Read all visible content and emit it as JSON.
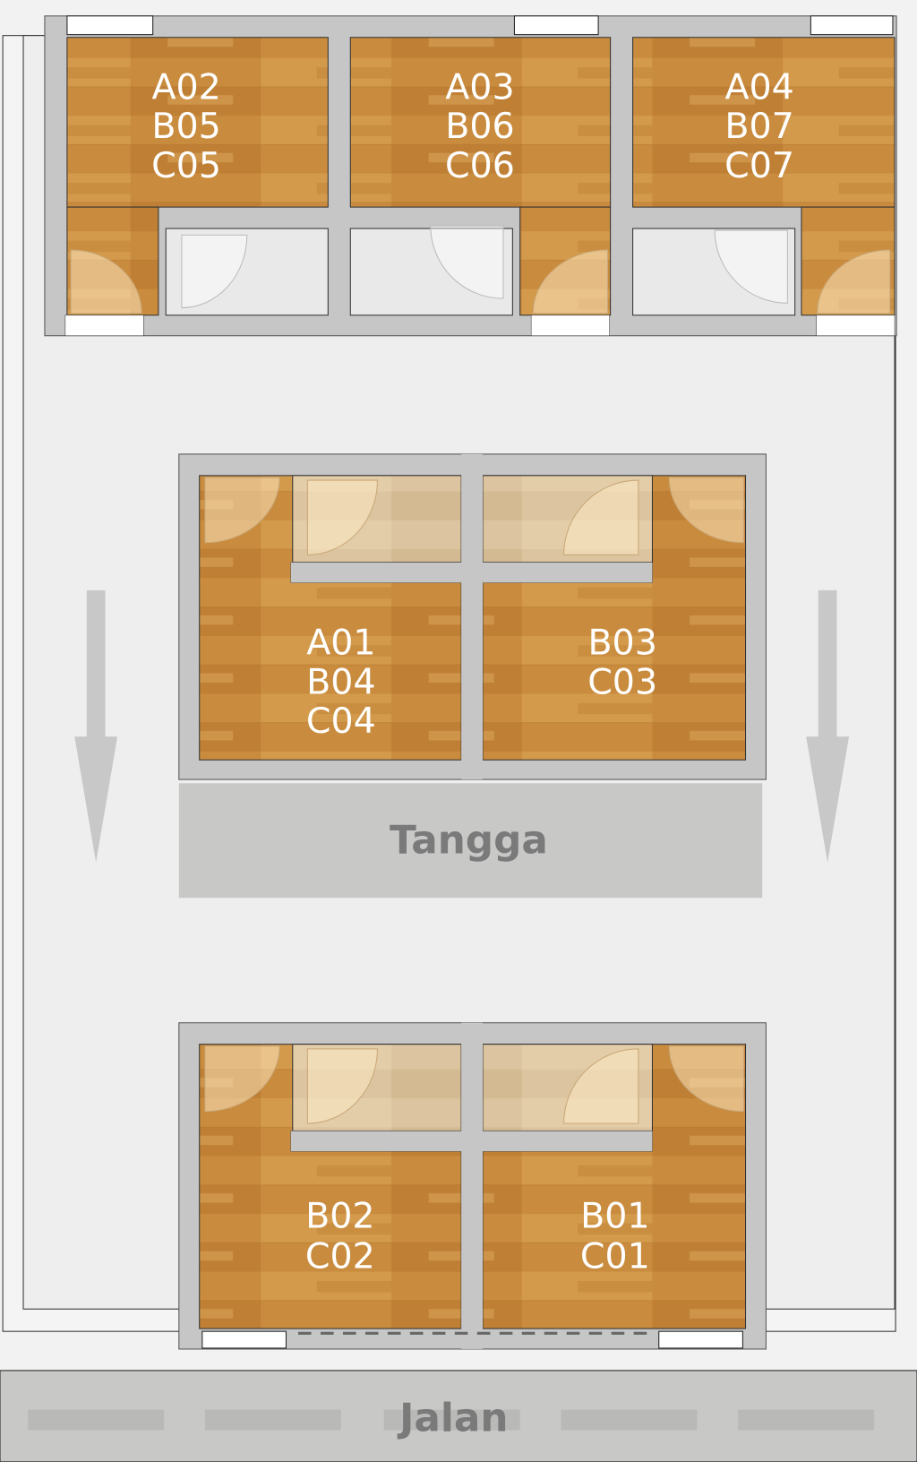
{
  "top_block": {
    "rooms": [
      {
        "lines": [
          "A02",
          "B05",
          "C05"
        ]
      },
      {
        "lines": [
          "A03",
          "B06",
          "C06"
        ]
      },
      {
        "lines": [
          "A04",
          "B07",
          "C07"
        ]
      }
    ]
  },
  "middle_block": {
    "rooms": [
      {
        "lines": [
          "A01",
          "B04",
          "C04"
        ]
      },
      {
        "lines": [
          "B03",
          "C03"
        ]
      }
    ],
    "stairs_label": "Tangga"
  },
  "bottom_block": {
    "rooms": [
      {
        "lines": [
          "B02",
          "C02"
        ]
      },
      {
        "lines": [
          "B01",
          "C01"
        ]
      }
    ]
  },
  "road": {
    "label": "Jalan"
  },
  "colors": {
    "wood": "#c88a3a",
    "wall": "#c6c6c6",
    "road": "#c8c9c7",
    "label_gray": "#7a7a7a"
  }
}
